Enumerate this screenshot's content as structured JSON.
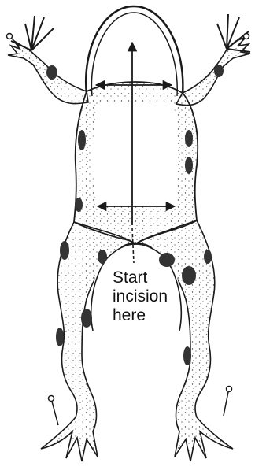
{
  "labels": {
    "line1": "Start",
    "line2": "incision",
    "line3": "here"
  },
  "colors": {
    "outline": "#1a1a1a",
    "spot": "#333333",
    "stipple": "#444444",
    "background": "#ffffff"
  },
  "icons": {
    "pin": "pin-icon",
    "arrow": "arrowhead-icon"
  }
}
